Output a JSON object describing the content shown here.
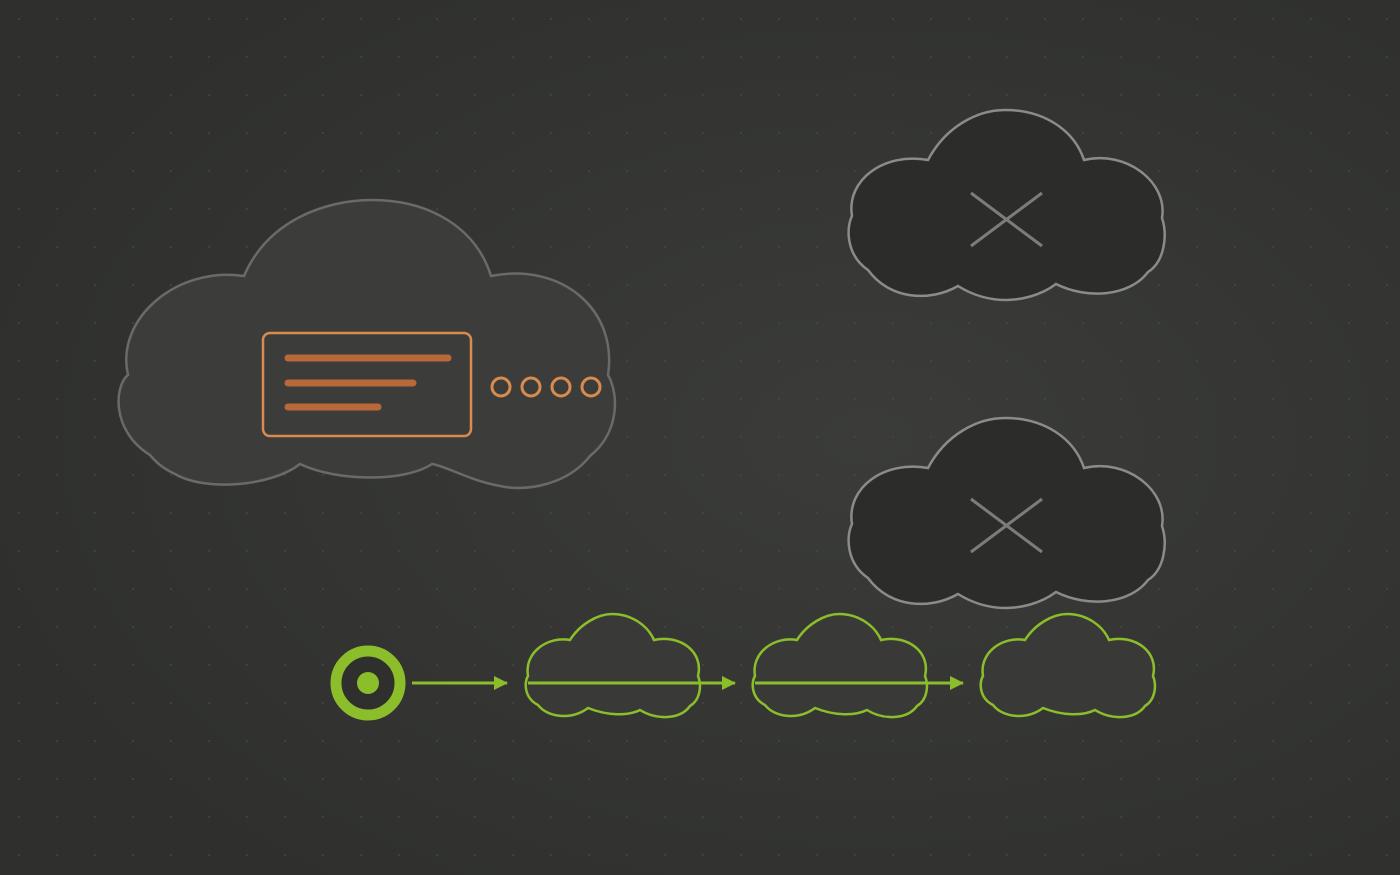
{
  "colors": {
    "background": "#2f302e",
    "background_glow": "#3b3c3a",
    "grid_dot": "#454644",
    "cloud_fill_primary": "#3c3d3b",
    "cloud_fill_secondary": "#2c2d2b",
    "cloud_outline_gray": "#6a6b69",
    "cloud_outline_light": "#8b8c8a",
    "cross_mark": "#7c7d7b",
    "accent_orange": "#d98a4e",
    "accent_orange_lines": "#b9683a",
    "accent_green": "#8cbd2a",
    "cloud_fill_green": "#393a38"
  },
  "diagram": {
    "main_cloud": {
      "state": "active",
      "panel": {
        "icon": "document-card-icon",
        "line_count": 3,
        "indicator_dots": 4
      }
    },
    "failed_clouds": [
      {
        "state": "unavailable",
        "icon": "cross-icon"
      },
      {
        "state": "unavailable",
        "icon": "cross-icon"
      }
    ],
    "pipeline": {
      "source_icon": "target-node-icon",
      "step_count": 3,
      "arrow_count": 3
    }
  }
}
